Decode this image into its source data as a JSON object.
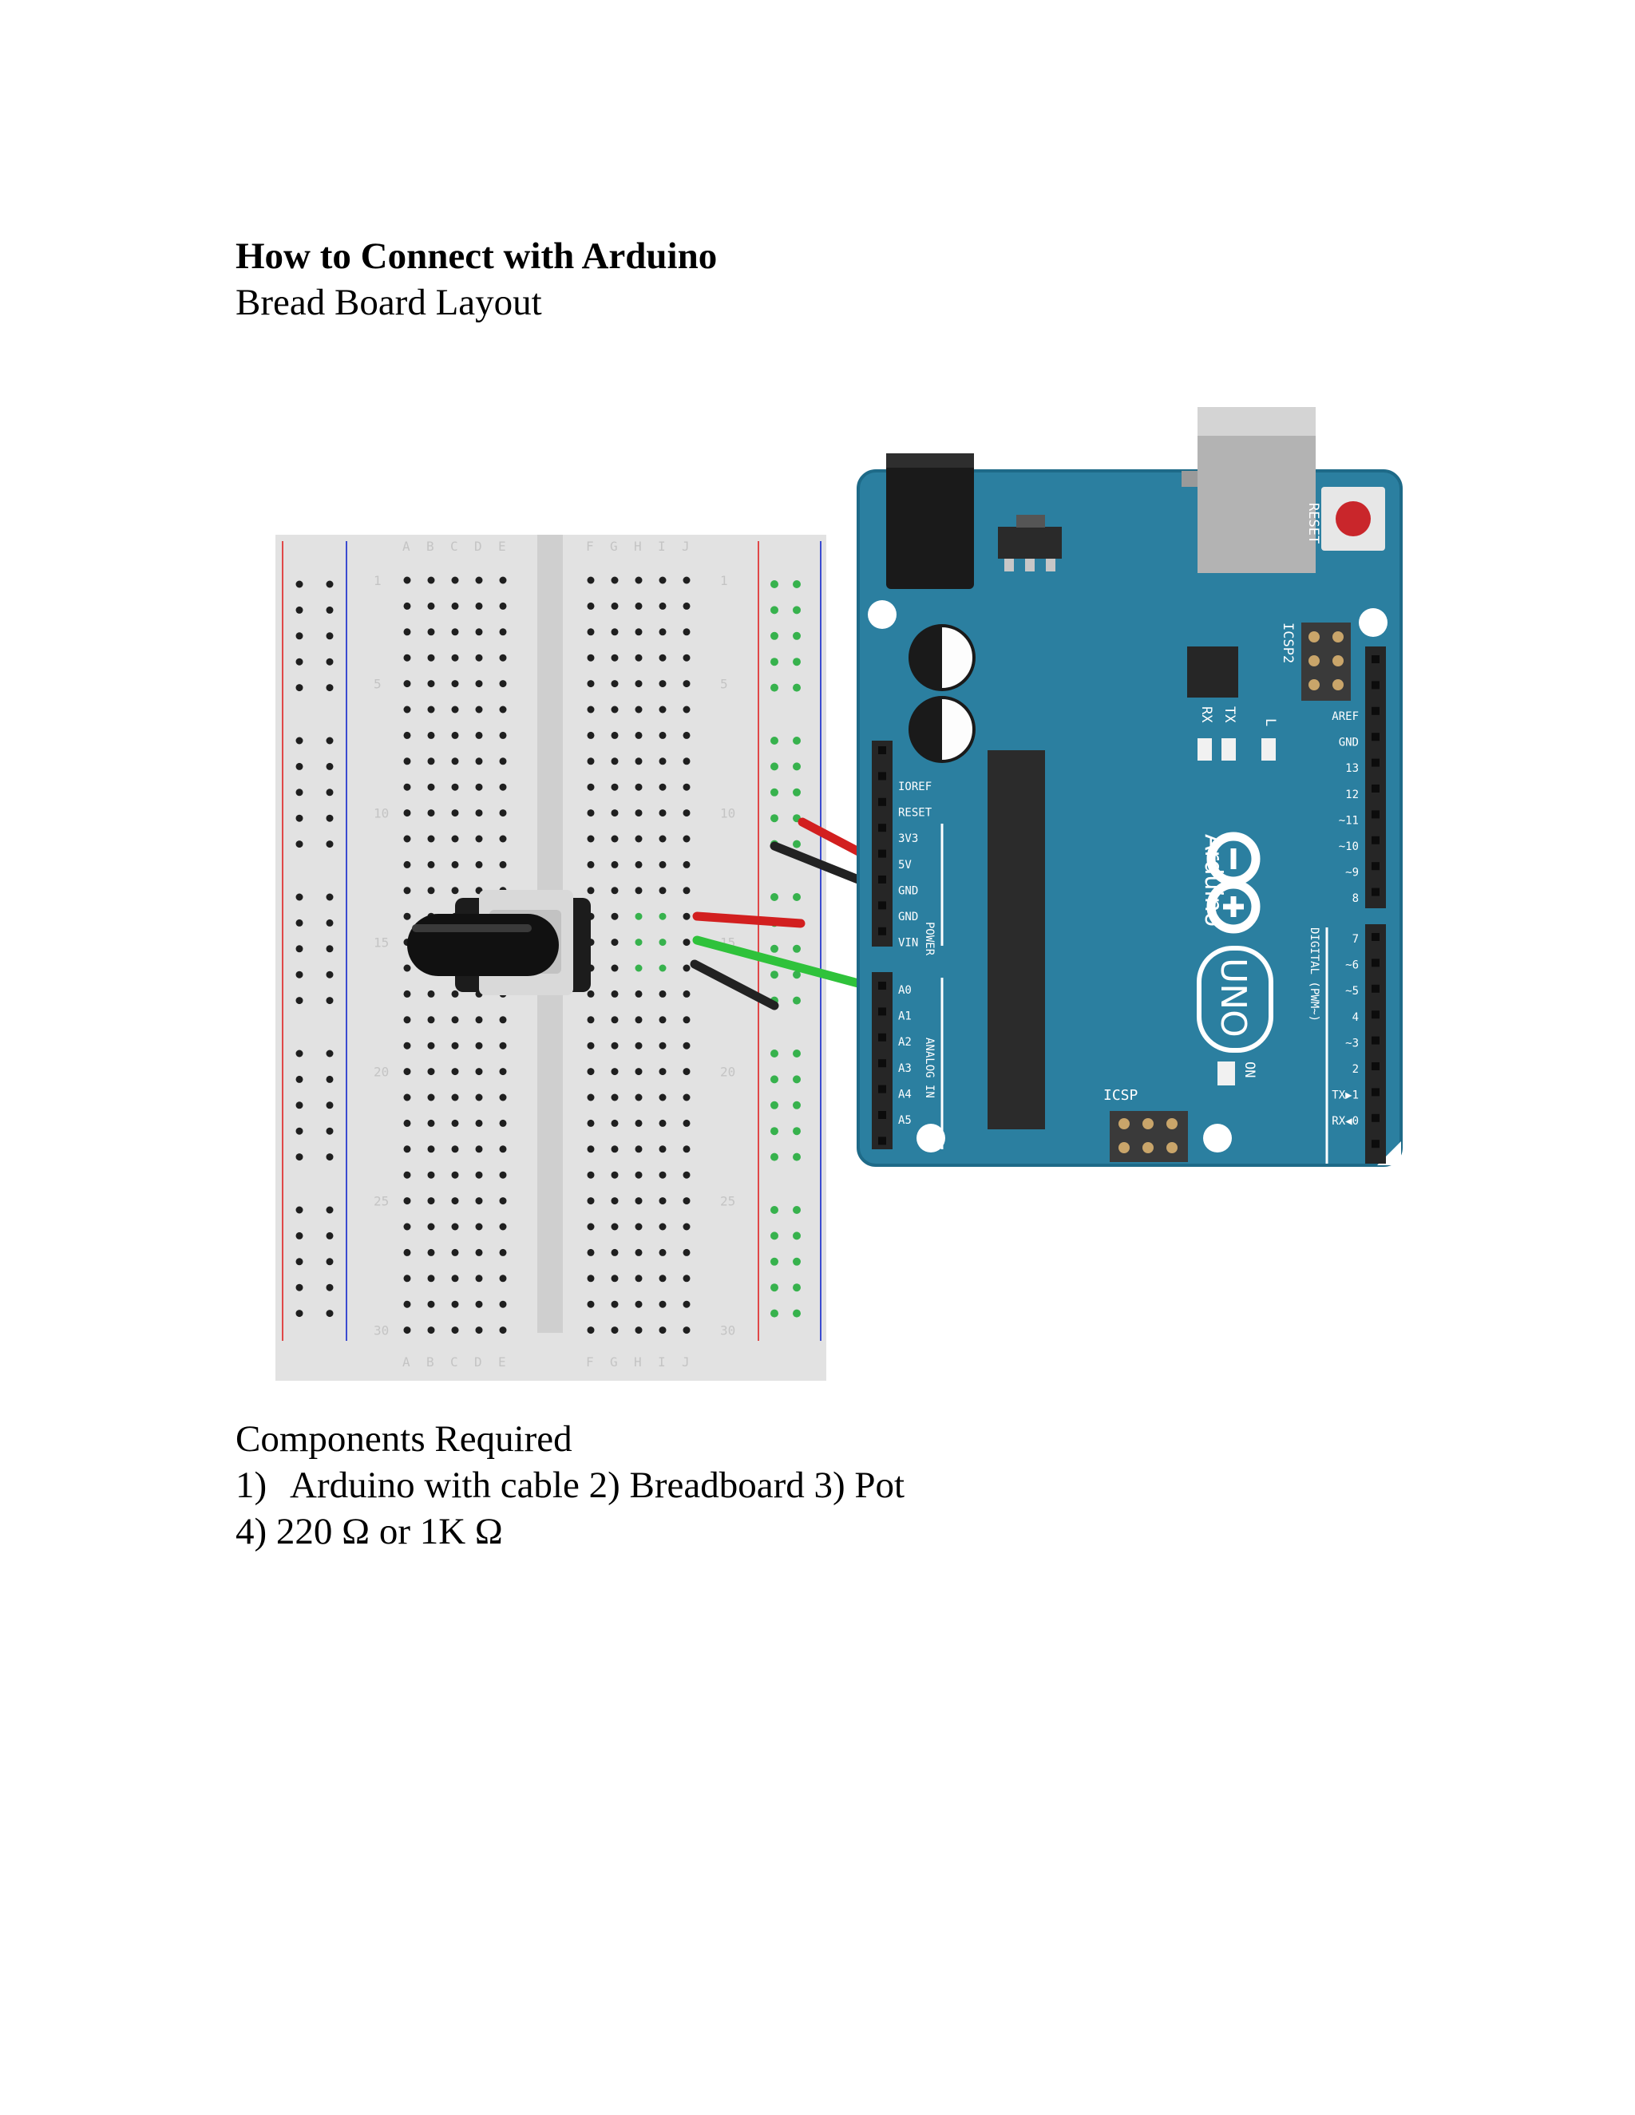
{
  "heading": {
    "title": "How to Connect with Arduino",
    "subtitle": "Bread Board Layout"
  },
  "diagram": {
    "board": {
      "brand": "Arduino",
      "model": "UNO",
      "reset_label": "RESET",
      "icsp_label": "ICSP",
      "icsp2_label": "ICSP2",
      "on_label": "ON",
      "power_header_label": "POWER",
      "analog_header_label": "ANALOG IN",
      "digital_header_label": "DIGITAL (PWM~)",
      "led_labels": [
        "TX",
        "RX",
        "L"
      ],
      "power_pins": [
        "IOREF",
        "RESET",
        "3V3",
        "5V",
        "GND",
        "GND",
        "VIN"
      ],
      "analog_pins": [
        "A0",
        "A1",
        "A2",
        "A3",
        "A4",
        "A5"
      ],
      "digital_pins_top": [
        "AREF",
        "GND",
        "13",
        "12",
        "~11",
        "~10",
        "~9",
        "8"
      ],
      "digital_pins_bottom": [
        "7",
        "~6",
        "~5",
        "4",
        "~3",
        "2",
        "TX▶1",
        "RX◀0"
      ]
    },
    "breadboard": {
      "columns": [
        "A",
        "B",
        "C",
        "D",
        "E",
        "F",
        "G",
        "H",
        "I",
        "J"
      ],
      "row_markers": [
        "1",
        "5",
        "10",
        "15",
        "20",
        "25",
        "30"
      ]
    },
    "wire_colors": {
      "power": "#d21f1f",
      "ground": "#222222",
      "signal": "#2fc23b"
    },
    "colors": {
      "board": "#2b7fa0",
      "board_edge": "#1e6a88",
      "breadboard": "#e2e2e2",
      "rail_red": "#e04848",
      "rail_blue": "#3b4bd0",
      "reset_button": "#c9262b",
      "connected_hole": "#37b24d"
    }
  },
  "components": {
    "heading": "Components Required",
    "line1_number": "1)",
    "line1_text": "Arduino with cable 2) Breadboard 3) Pot",
    "line2": "4) 220 Ω or 1K Ω"
  }
}
